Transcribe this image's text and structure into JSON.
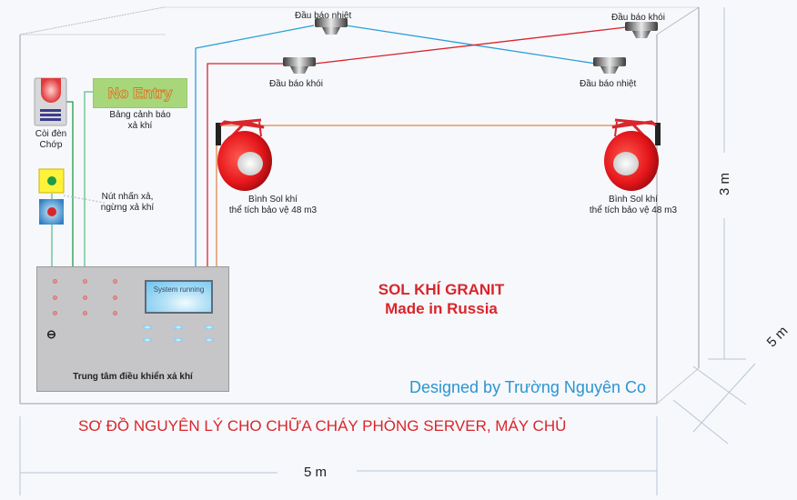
{
  "title": "SƠ ĐỒ NGUYÊN LÝ CHO CHỮA CHÁY PHÒNG SERVER, MÁY CHỦ",
  "brand": {
    "line1": "SOL KHÍ GRANIT",
    "line2": "Made in Russia"
  },
  "designer": "Designed by Trường Nguyên Co",
  "dimensions": {
    "width": "5 m",
    "height": "3 m",
    "depth": "5 m"
  },
  "devices": {
    "strobe": {
      "label_1": "Còi đèn",
      "label_2": "Chớp",
      "icon": "strobe-siren-icon"
    },
    "warning_sign": {
      "text": "No Entry",
      "label_1": "Bảng cảnh báo",
      "label_2": "xả khí"
    },
    "buttons": {
      "label_1": "Nút nhấn xả,",
      "label_2": "ngừng xả khí",
      "release_color": "#1e9c46",
      "stop_color": "#d9262a"
    },
    "detectors": [
      {
        "label": "Đầu báo nhiệt",
        "type": "heat"
      },
      {
        "label": "Đầu báo khói",
        "type": "smoke"
      },
      {
        "label": "Đầu báo khói",
        "type": "smoke"
      },
      {
        "label": "Đầu báo nhiệt",
        "type": "heat"
      }
    ],
    "extinguishers": [
      {
        "label_1": "Bình Sol khí",
        "label_2": "thể tích bảo vệ 48 m3"
      },
      {
        "label_1": "Bình Sol khí",
        "label_2": "thể tích bảo vệ 48 m3"
      }
    ],
    "control_panel": {
      "label": "Trung tâm điều khiển xả khí",
      "screen_text": "System running",
      "symbol": "⊖"
    }
  },
  "colors": {
    "heat_wire": "#2a9fd6",
    "smoke_wire": "#d8262b",
    "extinguisher_wire": "#e0864a",
    "signal_wire": "#1e9c46",
    "button_wire": "#5cc08a",
    "accent_red": "#d8262b",
    "accent_blue": "#2b95d1"
  }
}
